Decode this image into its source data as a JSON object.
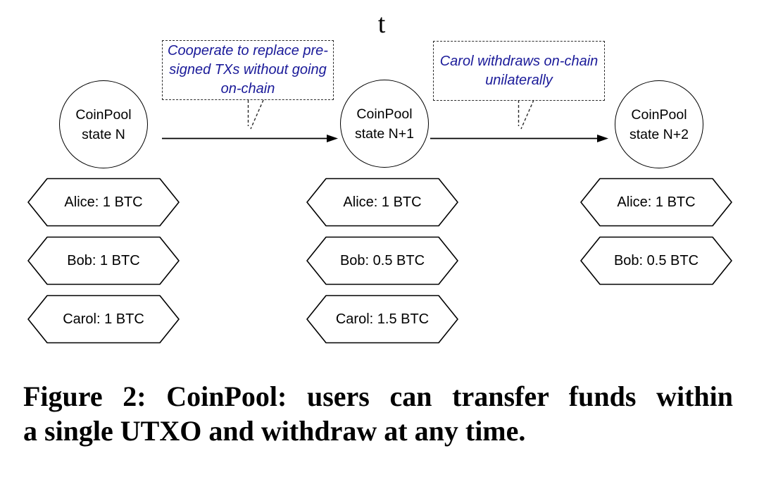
{
  "figure": {
    "time_axis_label": "t",
    "states": [
      {
        "name": "CoinPool\nstate N",
        "balances": [
          "Alice: 1 BTC",
          "Bob: 1 BTC",
          "Carol: 1 BTC"
        ]
      },
      {
        "name": "CoinPool\nstate N+1",
        "balances": [
          "Alice: 1 BTC",
          "Bob: 0.5 BTC",
          "Carol: 1.5 BTC"
        ]
      },
      {
        "name": "CoinPool\nstate N+2",
        "balances": [
          "Alice: 1 BTC",
          "Bob: 0.5 BTC"
        ]
      }
    ],
    "transitions": [
      {
        "annotation": "Cooperate to replace pre-signed TXs without going on-chain"
      },
      {
        "annotation": "Carol withdraws on-chain unilaterally"
      }
    ],
    "caption": {
      "line1": "Figure 2: CoinPool: users can transfer funds within",
      "line2": "a single UTXO and withdraw at any time."
    },
    "colors": {
      "annotation_text": "#1a1a99",
      "stroke": "#000000",
      "background": "#ffffff"
    }
  }
}
